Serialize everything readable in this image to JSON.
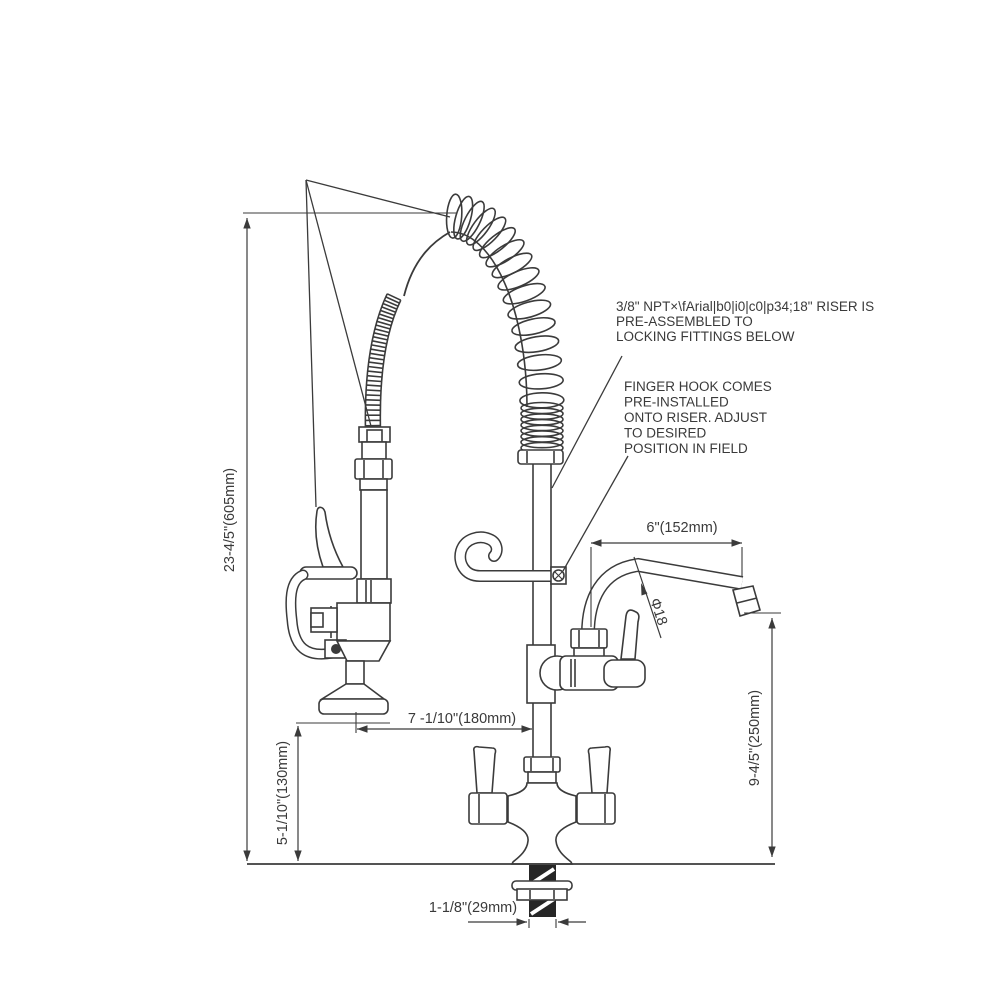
{
  "meta": {
    "type": "technical line drawing",
    "subject": "deck-mount pre-rinse faucet with coiled hose, spray valve and add-on swing spout",
    "background_color": "#ffffff",
    "line_color": "#3b3b3b"
  },
  "dimensions": {
    "overall_height": "23-4/5\"(605mm)",
    "spray_head_clearance": "5-1/10\"(130mm)",
    "spray_to_riser_offset": "7 -1/10\"(180mm)",
    "spout_reach": "6\"(152mm)",
    "spout_height": "9-4/5\"(250mm)",
    "shank_diameter": "1-1/8\"(29mm)",
    "spout_tube_diameter": "Φ18"
  },
  "notes": {
    "riser_note": {
      "lines": [
        "3/8\" NPT×\\fArial|b0|i0|c0|p34;18\" RISER IS",
        "PRE-ASSEMBLED TO",
        "LOCKING FITTINGS BELOW"
      ]
    },
    "finger_hook_note": {
      "lines": [
        "FINGER HOOK COMES",
        "PRE-INSTALLED",
        "ONTO RISER. ADJUST",
        "TO DESIRED",
        "POSITION IN FIELD"
      ]
    }
  }
}
